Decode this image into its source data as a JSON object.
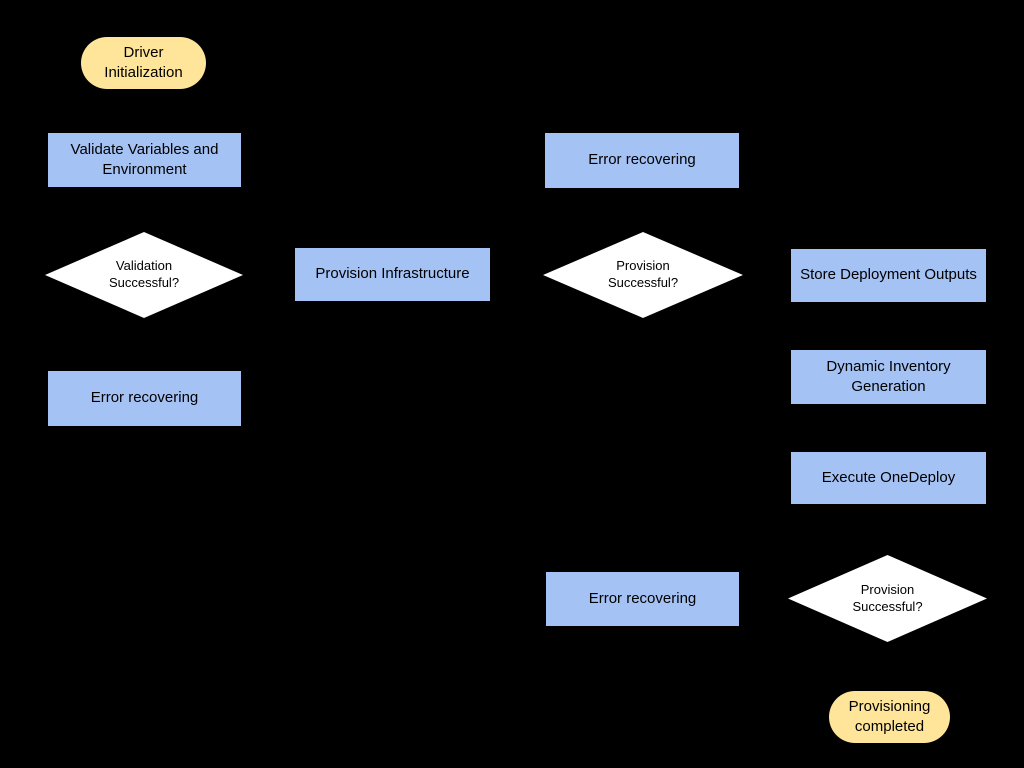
{
  "canvas": {
    "background": "#000000"
  },
  "palette": {
    "process_fill": "#A4C2F4",
    "terminator_fill": "#FFE599",
    "decision_fill": "#FFFFFF",
    "text_color": "#000000"
  },
  "diagram": {
    "type": "flowchart",
    "nodes": [
      {
        "id": "driver-initialization",
        "shape": "terminator",
        "label": "Driver Initialization"
      },
      {
        "id": "validate-variables",
        "shape": "process",
        "label": "Validate Variables and Environment"
      },
      {
        "id": "validation-successful",
        "shape": "decision",
        "label": "Validation Successful?"
      },
      {
        "id": "error-recovering-validation",
        "shape": "process",
        "label": "Error recovering"
      },
      {
        "id": "provision-infrastructure",
        "shape": "process",
        "label": "Provision Infrastructure"
      },
      {
        "id": "error-recovering-provision",
        "shape": "process",
        "label": "Error recovering"
      },
      {
        "id": "provision-successful-mid",
        "shape": "decision",
        "label": "Provision Successful?"
      },
      {
        "id": "store-deployment-outputs",
        "shape": "process",
        "label": "Store Deployment Outputs"
      },
      {
        "id": "dynamic-inventory-generation",
        "shape": "process",
        "label": "Dynamic Inventory Generation"
      },
      {
        "id": "execute-onedeploy",
        "shape": "process",
        "label": "Execute OneDeploy"
      },
      {
        "id": "error-recovering-deploy",
        "shape": "process",
        "label": "Error recovering"
      },
      {
        "id": "provision-successful-bottom",
        "shape": "decision",
        "label": "Provision Successful?"
      },
      {
        "id": "provisioning-completed",
        "shape": "terminator",
        "label": "Provisioning completed"
      }
    ]
  }
}
